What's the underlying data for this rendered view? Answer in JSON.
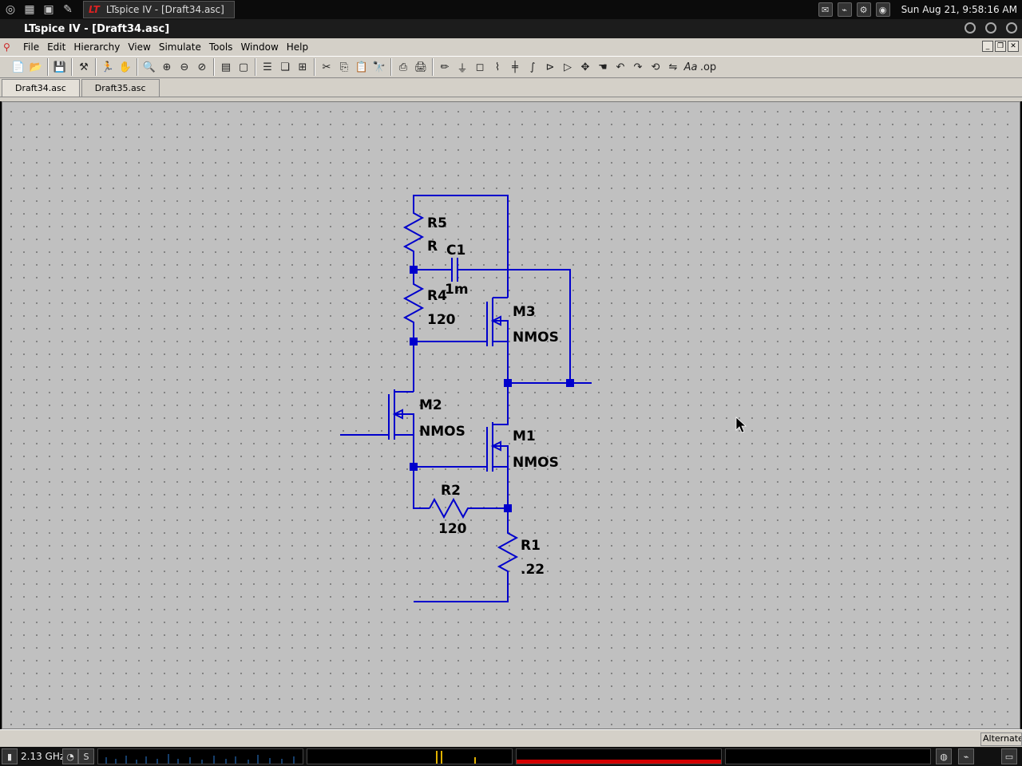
{
  "top_panel": {
    "task_title": "LTspice IV - [Draft34.asc]",
    "clock": "Sun Aug 21,  9:58:16 AM"
  },
  "window": {
    "title": "LTspice IV - [Draft34.asc]"
  },
  "menu": {
    "items": [
      "File",
      "Edit",
      "Hierarchy",
      "View",
      "Simulate",
      "Tools",
      "Window",
      "Help"
    ]
  },
  "tabs": [
    "Draft34.asc",
    "Draft35.asc"
  ],
  "schematic": {
    "wire_color": "#0000cc",
    "components": {
      "R5": {
        "name": "R5",
        "value": "R"
      },
      "C1": {
        "name": "C1",
        "value": "1m"
      },
      "R4": {
        "name": "R4",
        "value": "120"
      },
      "M3": {
        "name": "M3",
        "value": "NMOS"
      },
      "M2": {
        "name": "M2",
        "value": "NMOS"
      },
      "M1": {
        "name": "M1",
        "value": "NMOS"
      },
      "R2": {
        "name": "R2",
        "value": "120"
      },
      "R1": {
        "name": "R1",
        "value": ".22"
      }
    }
  },
  "status_bar": {
    "right_text": "Alternate"
  },
  "bottom_panel": {
    "cpu_freq": "2.13 GHz"
  }
}
